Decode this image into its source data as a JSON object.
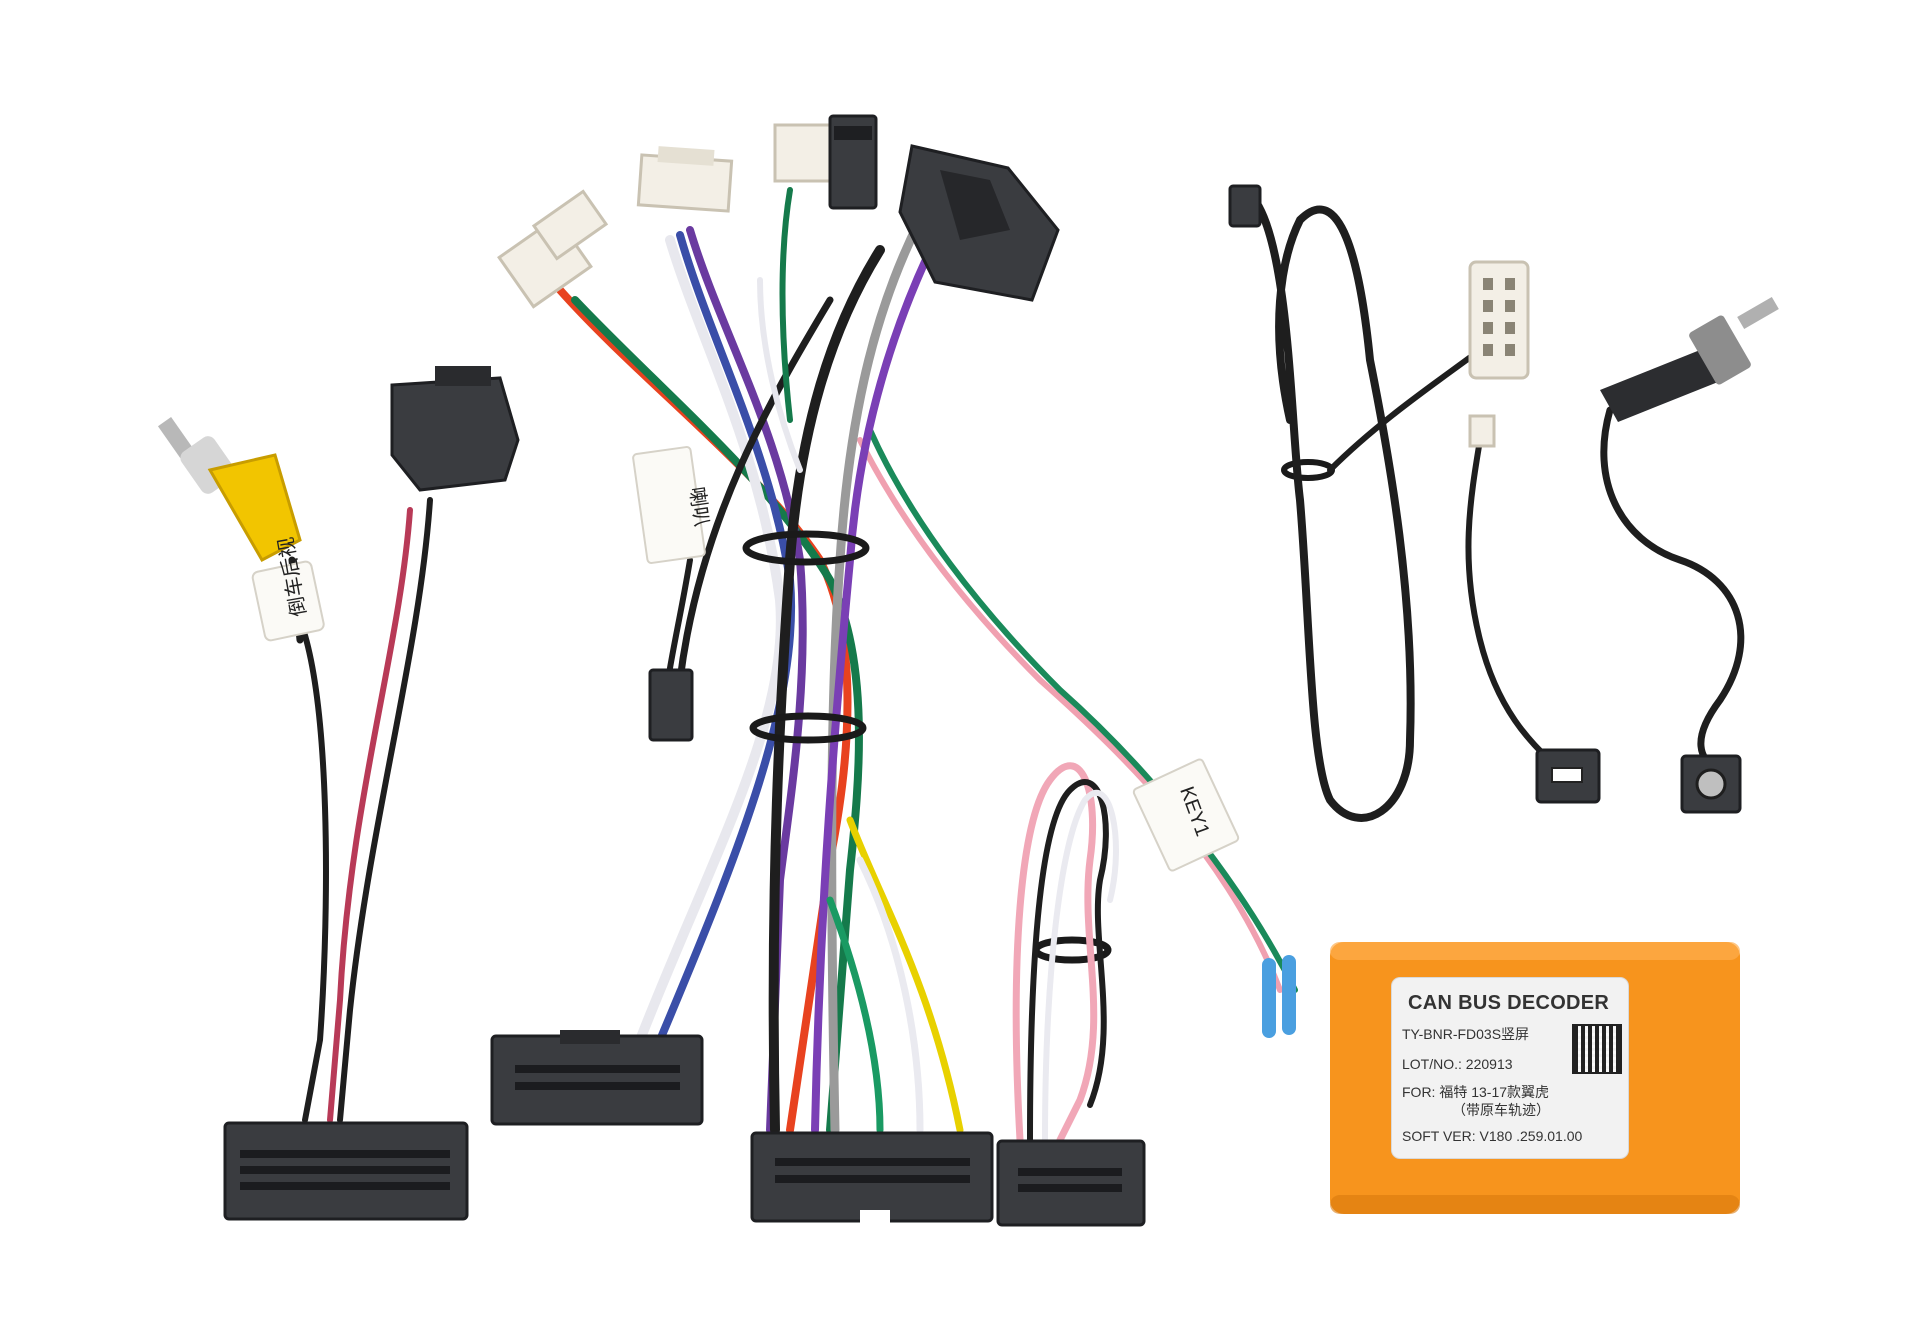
{
  "tags": {
    "rca_camera": "倒车后视",
    "speaker": "喇叭",
    "key": "KEY1"
  },
  "decoder": {
    "title": "CAN BUS DECODER",
    "model": "TY-BNR-FD03S竖屏",
    "lot_label": "LOT/NO.:",
    "lot_value": "220913",
    "for_label": "FOR:",
    "for_value": "福特  13-17款翼虎",
    "for_note": "（带原车轨迹）",
    "soft_label": "SOFT VER:",
    "soft_value": "V180 .259.01.00"
  },
  "colors": {
    "decoder_body": "#f7941d",
    "connector_black": "#3a3c40",
    "connector_white": "#f3efe6",
    "rca_yellow": "#f2c500"
  }
}
